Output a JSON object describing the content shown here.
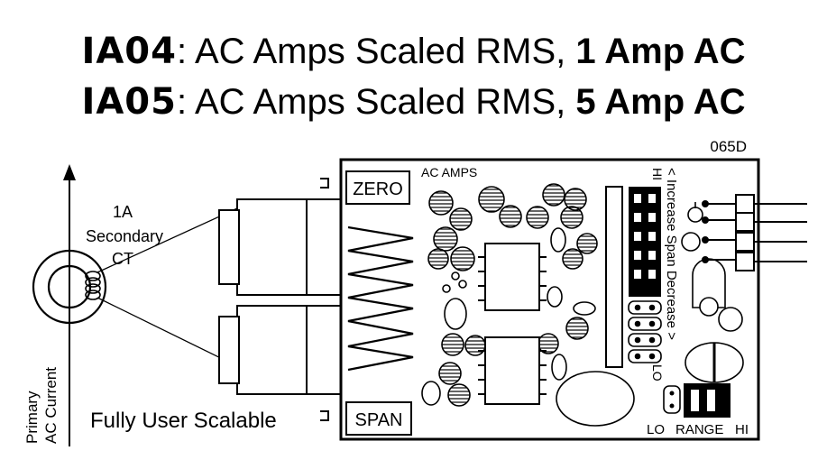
{
  "header": {
    "line1": {
      "model": "IA04",
      "text": ": AC Amps Scaled RMS, ",
      "rating": "1 Amp AC"
    },
    "line2": {
      "model": "IA05",
      "text": ": AC Amps Scaled RMS, ",
      "rating": "5 Amp AC"
    }
  },
  "diagram": {
    "code": "065D",
    "ct_label": [
      "1A",
      "Secondary",
      "CT"
    ],
    "primary_label": [
      "Primary",
      "AC Current"
    ],
    "scalable_label": "Fully User Scalable",
    "zero_label": "ZERO",
    "span_label": "SPAN",
    "board_label": "AC AMPS",
    "hi_top": "HI",
    "increase_text": "< Increase  Span  Decrease >",
    "lo_side": "LO",
    "range_lo": "LO",
    "range_label": "RANGE",
    "range_hi": "HI"
  },
  "colors": {
    "ink": "#000000",
    "paper": "#ffffff",
    "shade": "#bdbdbd"
  }
}
